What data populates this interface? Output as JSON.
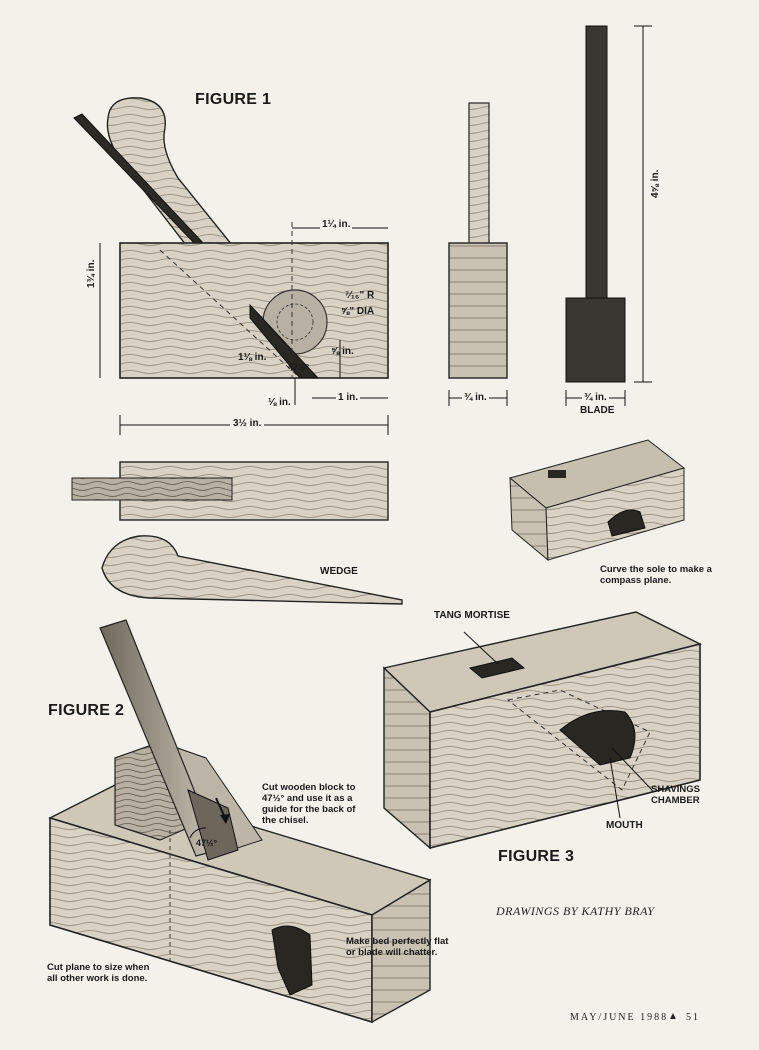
{
  "figure1": {
    "title": "FIGURE 1",
    "dims": {
      "top_width": "1¼ in.",
      "height": "1¾ in.",
      "radius": "⁷⁄₁₆\" R",
      "diameter": "⅝\" DIA",
      "depth": "⅝ in.",
      "bed": "1⅛ in.",
      "angle": "47½°",
      "mouth": "⅛ in.",
      "sole": "1 in.",
      "length": "3½ in.",
      "end_width": "¾ in.",
      "blade_width": "¾ in.",
      "blade_length": "4⅝ in."
    },
    "blade_label": "BLADE",
    "wedge_label": "WEDGE",
    "compass_note": "Curve the sole to make a compass plane."
  },
  "figure2": {
    "title": "FIGURE 2",
    "angle": "47½°",
    "block_note": "Cut wooden block to 47½° and use it as a guide for the back of the chisel.",
    "bed_note": "Make bed perfectly flat or blade will chatter.",
    "size_note": "Cut plane to size when all other work is done."
  },
  "figure3": {
    "title": "FIGURE 3",
    "tang_mortise": "TANG MORTISE",
    "shavings_chamber": "SHAVINGS CHAMBER",
    "mouth": "MOUTH"
  },
  "credit": "DRAWINGS BY KATHY BRAY",
  "folio": {
    "issue": "MAY/JUNE 1988",
    "marker": "▲",
    "page": "51"
  }
}
